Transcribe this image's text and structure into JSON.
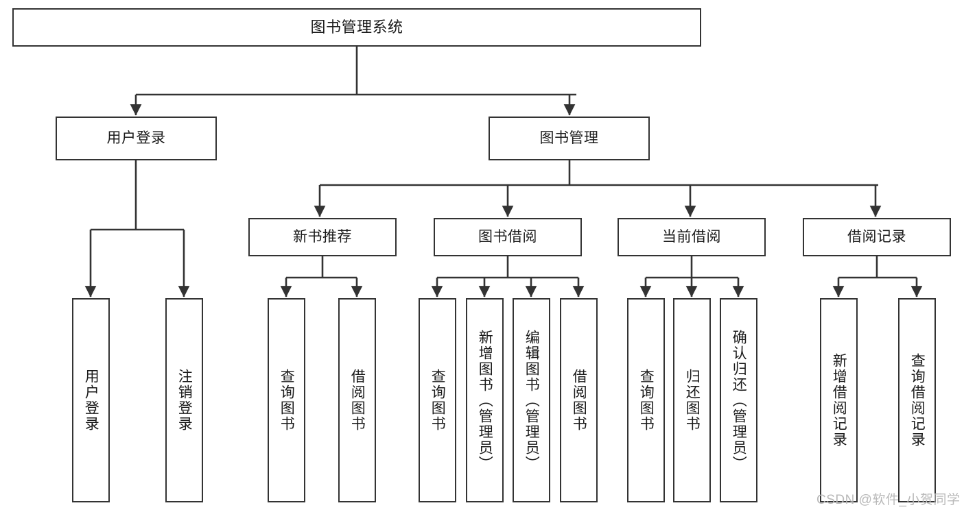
{
  "diagram": {
    "title": "图书管理系统",
    "type": "tree-hierarchy-chart",
    "colors": {
      "box_border": "#333333",
      "box_fill": "#ffffff",
      "connector": "#333333",
      "text": "#1a1a1a",
      "watermark": "#b9b9b9"
    },
    "watermark": "CSDN @软件_小贺同学"
  },
  "nodes": {
    "root": {
      "label": "图书管理系统"
    },
    "level2": [
      {
        "label": "用户登录"
      },
      {
        "label": "图书管理"
      }
    ],
    "level3": [
      {
        "label": "新书推荐"
      },
      {
        "label": "图书借阅"
      },
      {
        "label": "当前借阅"
      },
      {
        "label": "借阅记录"
      }
    ],
    "leaves_user_login": [
      {
        "label": "用户登录"
      },
      {
        "label": "注销登录"
      }
    ],
    "leaves_new_book": [
      {
        "label": "查询图书"
      },
      {
        "label": "借阅图书"
      }
    ],
    "leaves_borrow": [
      {
        "label": "查询图书"
      },
      {
        "label": "新增图书（管理员）"
      },
      {
        "label": "编辑图书（管理员）"
      },
      {
        "label": "借阅图书"
      }
    ],
    "leaves_current": [
      {
        "label": "查询图书"
      },
      {
        "label": "归还图书"
      },
      {
        "label": "确认归还（管理员）"
      }
    ],
    "leaves_records": [
      {
        "label": "新增借阅记录"
      },
      {
        "label": "查询借阅记录"
      }
    ]
  }
}
